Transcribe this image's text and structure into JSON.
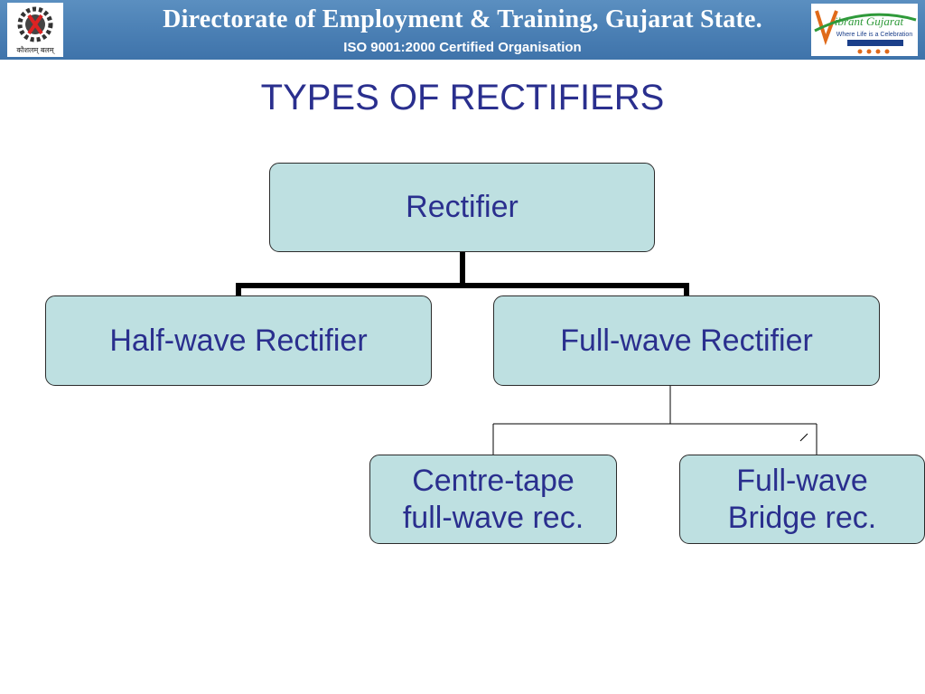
{
  "header": {
    "title": "Directorate of Employment & Training, Gujarat State.",
    "subtitle": "ISO 9001:2000 Certified Organisation",
    "logo_left_text": "कौशलम् बलम्",
    "logo_right_text": "Vibrant Gujarat",
    "logo_right_tagline": "Where Life is a Celebration",
    "colors": {
      "banner": "#4a7fb4",
      "title_text": "#ffffff"
    }
  },
  "slide": {
    "title": "TYPES OF RECTIFIERS"
  },
  "diagram": {
    "colors": {
      "node_fill": "#bee0e1",
      "node_text": "#2a2f8e",
      "connector": "#000000"
    },
    "root": {
      "label": "Rectifier"
    },
    "level1": [
      {
        "label": "Half-wave Rectifier"
      },
      {
        "label": "Full-wave Rectifier"
      }
    ],
    "level2": [
      {
        "line1": "Centre-tape",
        "line2": "full-wave rec."
      },
      {
        "line1": "Full-wave",
        "line2": "Bridge rec."
      }
    ]
  }
}
